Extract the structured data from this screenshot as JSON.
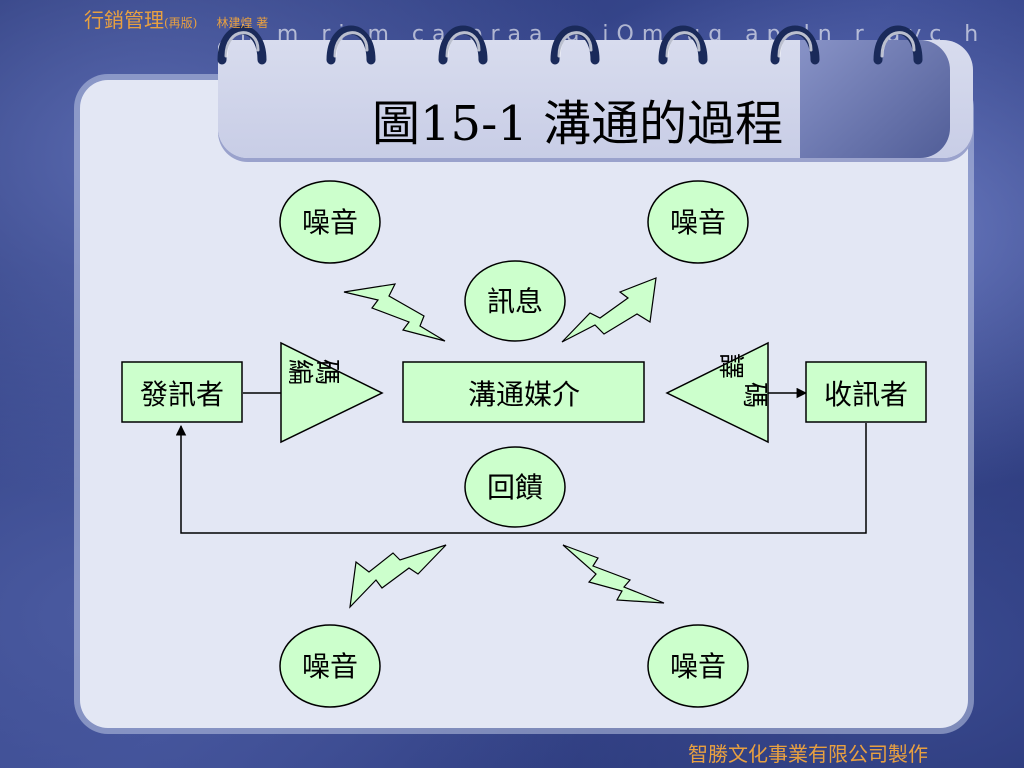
{
  "header": {
    "course": "行銷管理",
    "edition": "(再版)",
    "author": "林建煌 著"
  },
  "title": "圖15-1 溝通的過程",
  "footer": "智勝文化事業有限公司製作",
  "diagram": {
    "sender": "發訊者",
    "receiver": "收訊者",
    "medium": "溝通媒介",
    "message": "訊息",
    "feedback": "回饋",
    "encoding": [
      "編",
      "碼"
    ],
    "decoding": [
      "譯",
      "碼"
    ],
    "noise_top_left": "噪音",
    "noise_top_right": "噪音",
    "noise_bottom_left": "噪音",
    "noise_bottom_right": "噪音"
  },
  "colors": {
    "node_fill": "#ccffcc",
    "stroke": "#000000",
    "accent_text": "#e8a040"
  }
}
